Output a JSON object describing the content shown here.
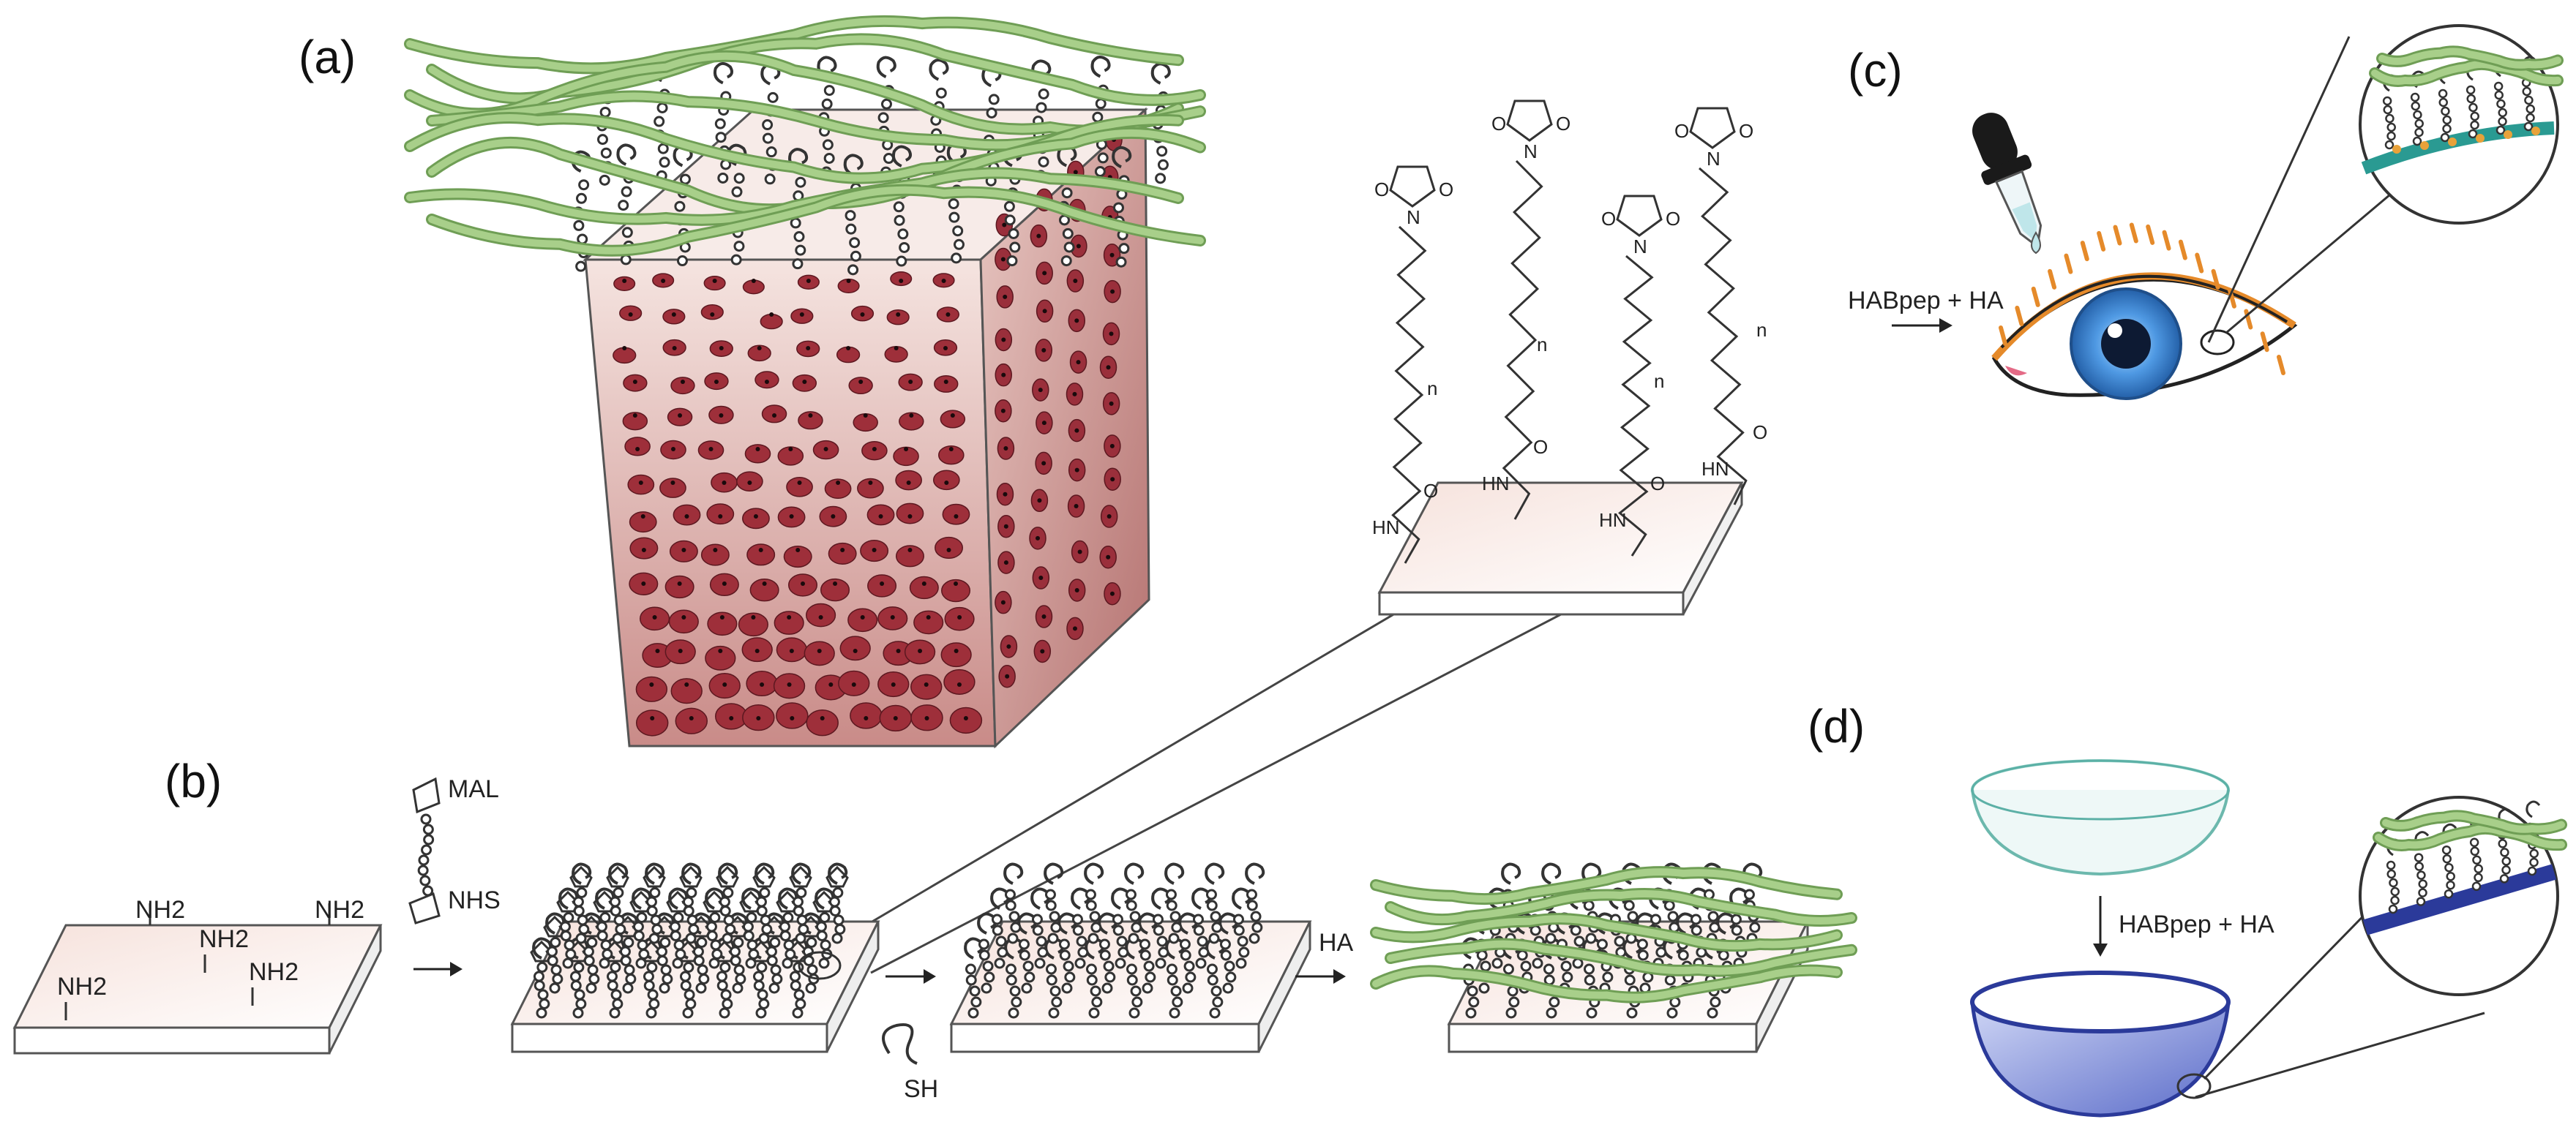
{
  "panels": {
    "a": {
      "label": "(a)"
    },
    "b": {
      "label": "(b)",
      "amine_labels": [
        "NH2",
        "NH2",
        "NH2",
        "NH2",
        "NH2"
      ],
      "linker_top": "MAL",
      "linker_bottom": "NHS",
      "thiol_label": "SH",
      "step_reagent": "HA"
    },
    "c": {
      "label": "(c)",
      "reagent": "HABpep + HA"
    },
    "d": {
      "label": "(d)",
      "reagent": "HABpep + HA"
    }
  },
  "chemistry_inset": {
    "repeat_label": "n",
    "amide_label": "HN",
    "carbonyl_label": "O",
    "nitrogen_label": "N"
  },
  "colors": {
    "hyaluronan": "#a8cf8a",
    "tissue": "#d9a4a2",
    "cell": "#9e2f3a",
    "slab_top": "#f3dcd6",
    "lens_clear": "#8fd1c6",
    "lens_coated": "#2b3a9a",
    "eyelid": "#e58a2a",
    "iris": "#3f86d6"
  }
}
